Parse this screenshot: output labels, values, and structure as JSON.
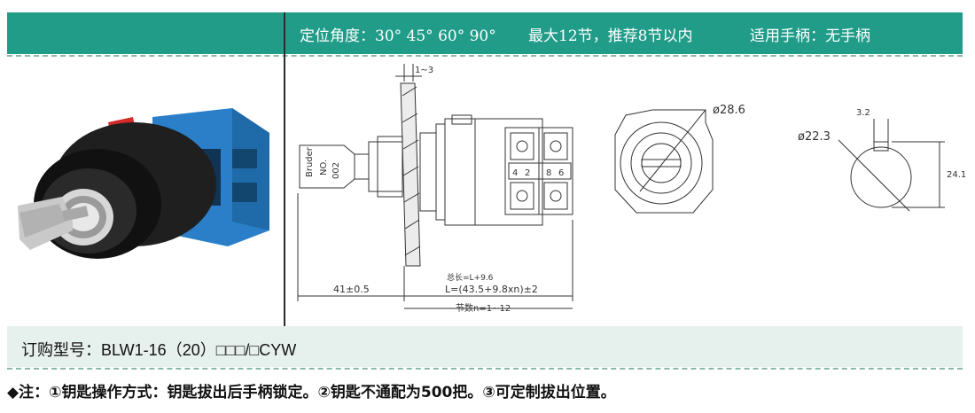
{
  "specs": {
    "angle": "定位角度：30° 45° 60° 90°",
    "stages": "最大12节，推荐8节以内",
    "handle": "适用手柄：无手柄"
  },
  "drawing": {
    "panel_thickness": "1~3",
    "key_text": "NO.",
    "key_number": "002",
    "key_brand": "Bruder",
    "diameter_outer": "ø28.6",
    "diameter_hole": "ø22.3",
    "notch_width": "3.2",
    "hole_height": "24.1",
    "front_length": "41±0.5",
    "depth_formula": "L=(43.5+9.8xn)±2",
    "depth_extra": "总长=L+9.6",
    "stage_range": "节数n=1~12",
    "terminal_numbers": [
      "4",
      "2",
      "8",
      "6"
    ]
  },
  "order": {
    "label": "订购型号：BLW1-16（20）□□□/□CYW"
  },
  "note": {
    "text": "◆注：①钥匙操作方式：钥匙拔出后手柄锁定。②钥匙不通配为500把。③可定制拔出位置。"
  },
  "colors": {
    "header": "#219c89",
    "order_band": "#e6f0ec",
    "switch_blue": "#2a7fc8",
    "knob_red": "#d32a2a"
  }
}
